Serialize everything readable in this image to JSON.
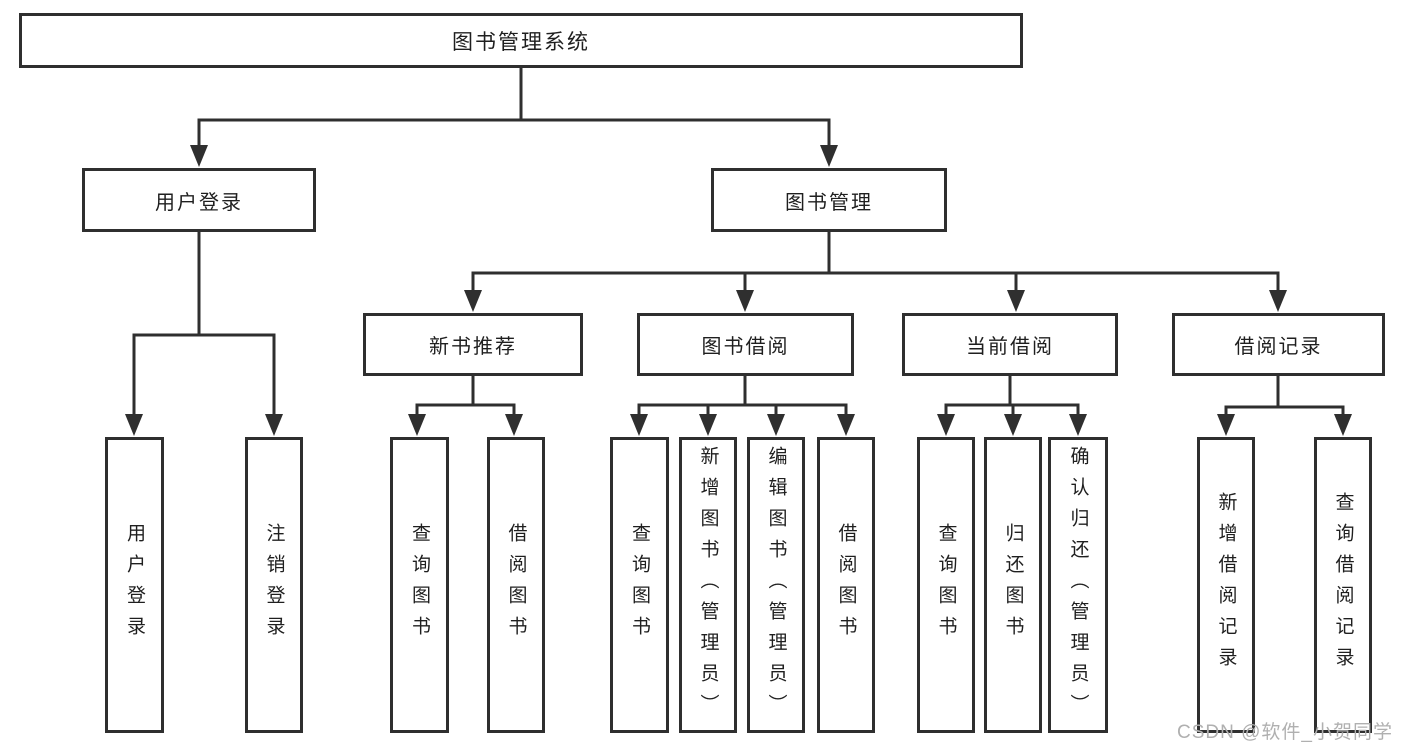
{
  "colors": {
    "line": "#2f2f2f",
    "text": "#1f1f1f",
    "watermark": "#b0b0b0",
    "bg": "#ffffff"
  },
  "nodes": {
    "root": "图书管理系统",
    "l2": [
      "用户登录",
      "图书管理"
    ],
    "l3": [
      "新书推荐",
      "图书借阅",
      "当前借阅",
      "借阅记录"
    ],
    "l4": {
      "user_login": [
        "用户登录",
        "注销登录"
      ],
      "new_book_rec": [
        "查询图书",
        "借阅图书"
      ],
      "book_borrow": [
        "查询图书",
        "新增图书（管理员）",
        "编辑图书（管理员）",
        "借阅图书"
      ],
      "current_borrow": [
        "查询图书",
        "归还图书",
        "确认归还（管理员）"
      ],
      "borrow_records": [
        "新增借阅记录",
        "查询借阅记录"
      ]
    }
  },
  "watermark": {
    "text": "CSDN @软件_小贺同学"
  }
}
